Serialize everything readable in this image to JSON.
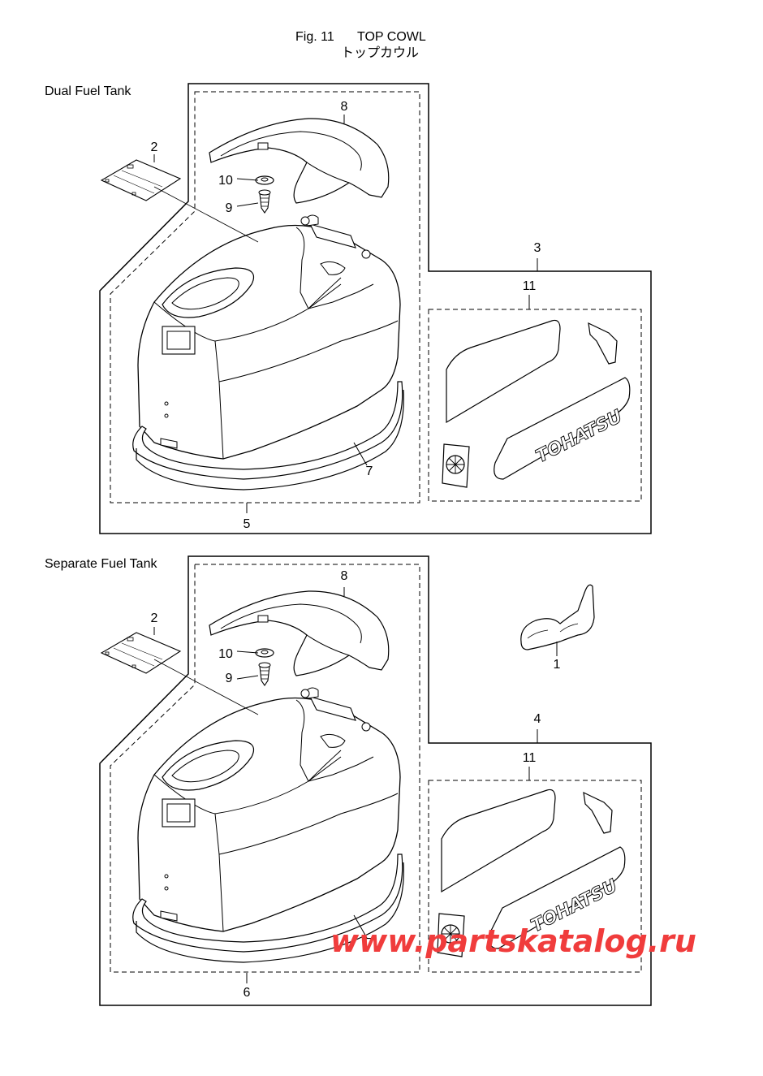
{
  "figure": {
    "number": "Fig. 11",
    "title": "TOP COWL",
    "title_jp": "トップカウル"
  },
  "sections": [
    {
      "title": "Dual Fuel Tank",
      "callouts": {
        "p8": "8",
        "p2": "2",
        "p10": "10",
        "p9": "9",
        "p3": "3",
        "p11": "11",
        "p7": "7",
        "p5": "5"
      },
      "decal_text": "TOHATSU"
    },
    {
      "title": "Separate Fuel Tank",
      "callouts": {
        "p8": "8",
        "p2": "2",
        "p10": "10",
        "p9": "9",
        "p1": "1",
        "p4": "4",
        "p11": "11",
        "p7": "7",
        "p6": "6"
      },
      "decal_text": "TOHATSU"
    }
  ],
  "watermark": "www.partskatalog.ru",
  "colors": {
    "watermark": "#f03c3c",
    "line": "#000000",
    "decal_fill": "#d0d0d0"
  }
}
